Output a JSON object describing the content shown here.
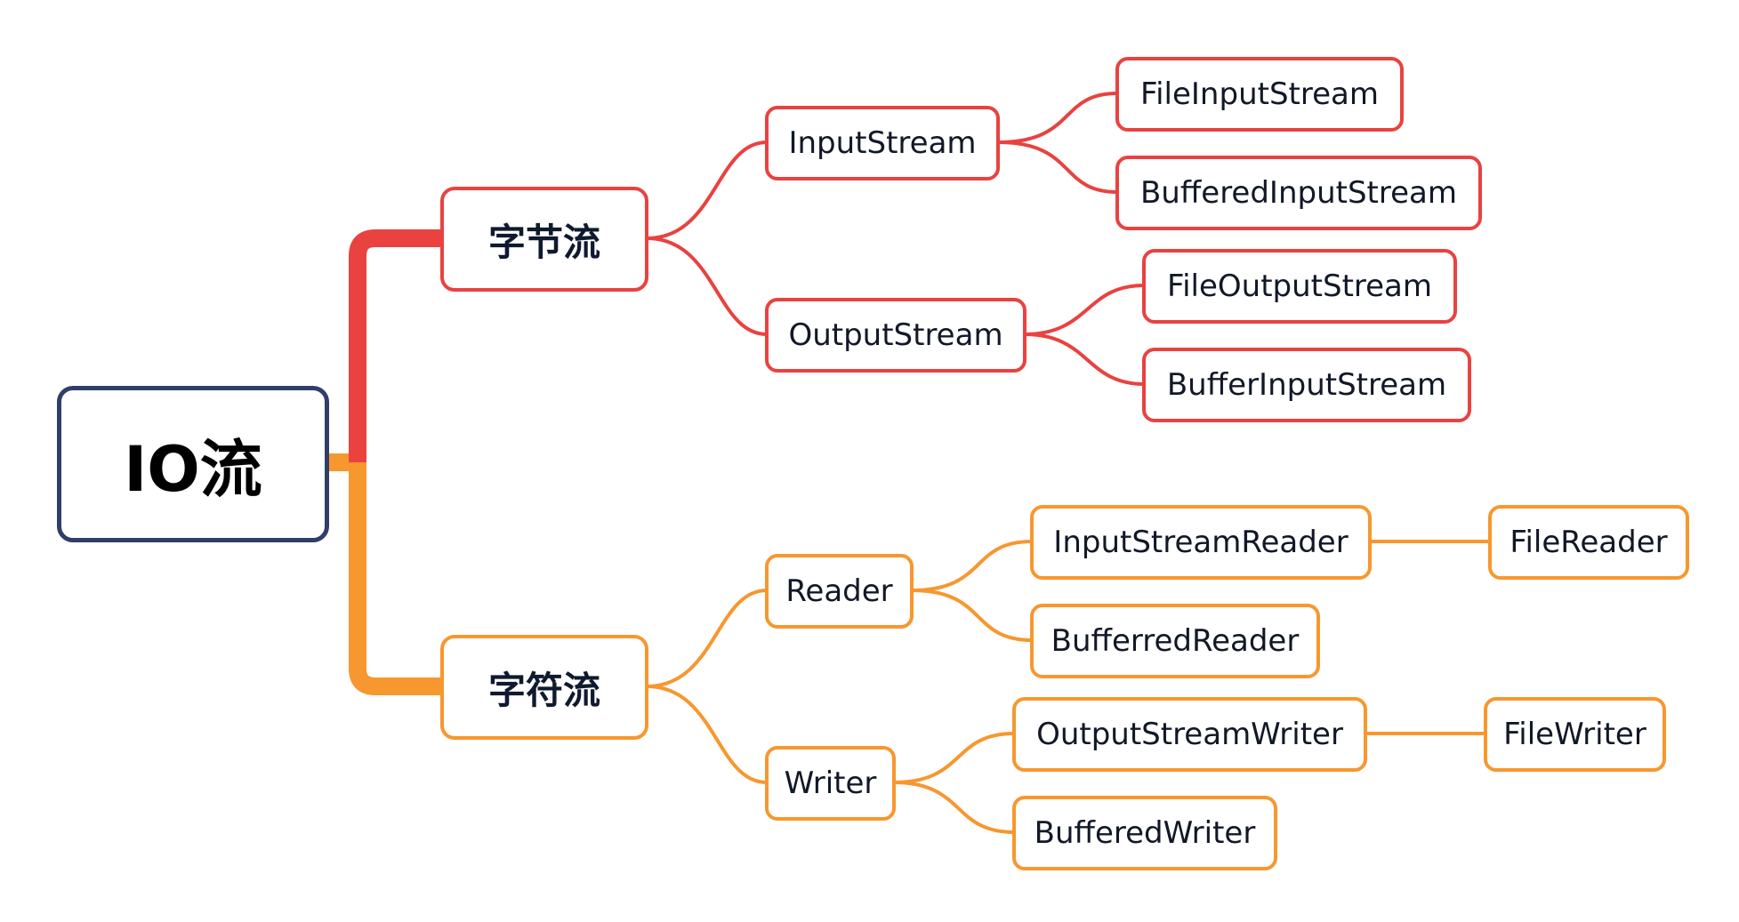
{
  "colors": {
    "root_border": "#2f3f68",
    "byte_branch": "#e9423f",
    "char_branch": "#f7972f"
  },
  "root": {
    "label": "IO流"
  },
  "byte_stream": {
    "label": "字节流",
    "input": {
      "label": "InputStream",
      "children": [
        "FileInputStream",
        "BufferedInputStream"
      ]
    },
    "output": {
      "label": "OutputStream",
      "children": [
        "FileOutputStream",
        "BufferInputStream"
      ]
    }
  },
  "char_stream": {
    "label": "字符流",
    "reader": {
      "label": "Reader",
      "isr": "InputStreamReader",
      "isr_child": "FileReader",
      "buffered": "BufferredReader"
    },
    "writer": {
      "label": "Writer",
      "osw": "OutputStreamWriter",
      "osw_child": "FileWriter",
      "buffered": "BufferedWriter"
    }
  }
}
